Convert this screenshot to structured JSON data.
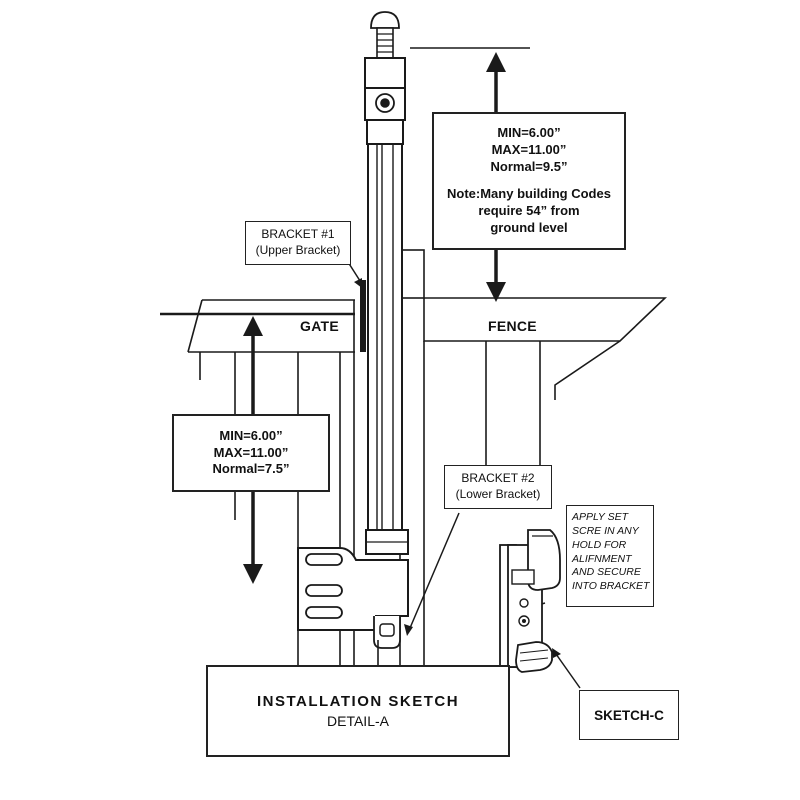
{
  "upper_dimension": {
    "min": "MIN=6.00”",
    "max": "MAX=11.00”",
    "normal": "Normal=9.5”",
    "note_line1": "Note:Many building Codes",
    "note_line2": "require 54” from",
    "note_line3": "ground level"
  },
  "lower_dimension": {
    "min": "MIN=6.00”",
    "max": "MAX=11.00”",
    "normal": "Normal=7.5”"
  },
  "bracket1": {
    "title": "BRACKET #1",
    "subtitle": "(Upper Bracket)"
  },
  "bracket2": {
    "title": "BRACKET #2",
    "subtitle": "(Lower Bracket)"
  },
  "gate_label": "GATE",
  "fence_label": "FENCE",
  "sketch_c_note": [
    "APPLY SET",
    "SCRE IN ANY",
    "HOLD FOR",
    "ALIFNMENT",
    "AND SECURE",
    "INTO  BRACKET"
  ],
  "title_block": {
    "title": "INSTALLATION SKETCH",
    "subtitle": "DETAIL-A"
  },
  "sketch_c_label": "SKETCH-C"
}
